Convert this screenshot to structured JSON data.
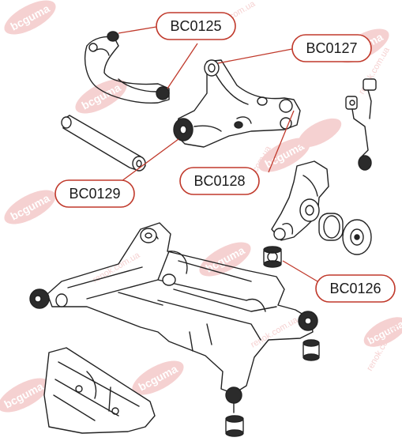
{
  "diagram": {
    "watermark_logo_text": "bcguma",
    "watermark_site_text": "renok.com.ua",
    "callouts": [
      {
        "id": "bc0125",
        "label": "BC0125"
      },
      {
        "id": "bc0127",
        "label": "BC0127"
      },
      {
        "id": "bc0128",
        "label": "BC0128"
      },
      {
        "id": "bc0129",
        "label": "BC0129"
      },
      {
        "id": "bc0126",
        "label": "BC0126"
      }
    ],
    "colors": {
      "callout_border": "#c0392b",
      "callout_text": "#1a1a1a",
      "leader_line": "#c0392b",
      "watermark": "#f4c9c9",
      "drawing_line": "#222222",
      "bushing_fill": "#2b2b2b"
    }
  }
}
